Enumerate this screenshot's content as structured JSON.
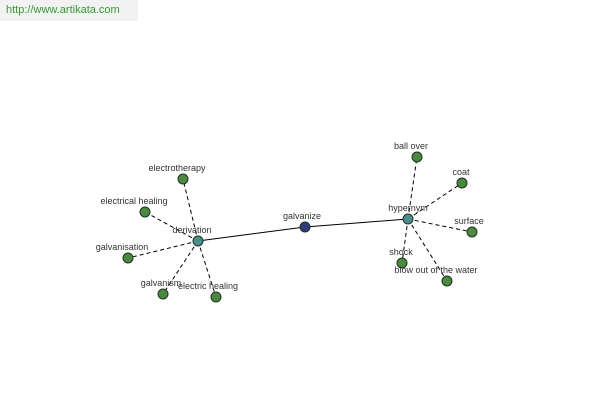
{
  "header": {
    "site_url": "http://www.artikata.com"
  },
  "colors": {
    "center_node": "#2e3a7c",
    "relation_node": "#4a8f8f",
    "leaf_node": "#4a8a3e",
    "node_stroke": "#1f3320",
    "edge": "#000000",
    "link_text": "#2f9e2f"
  },
  "graph": {
    "center": "galvanize",
    "relations": [
      {
        "label": "derivation",
        "words": [
          "electrotherapy",
          "electrical healing",
          "galvanisation",
          "galvanism",
          "electric healing"
        ]
      },
      {
        "label": "hypernym",
        "words": [
          "ball over",
          "coat",
          "surface",
          "shock",
          "blow out of the water"
        ]
      }
    ]
  }
}
